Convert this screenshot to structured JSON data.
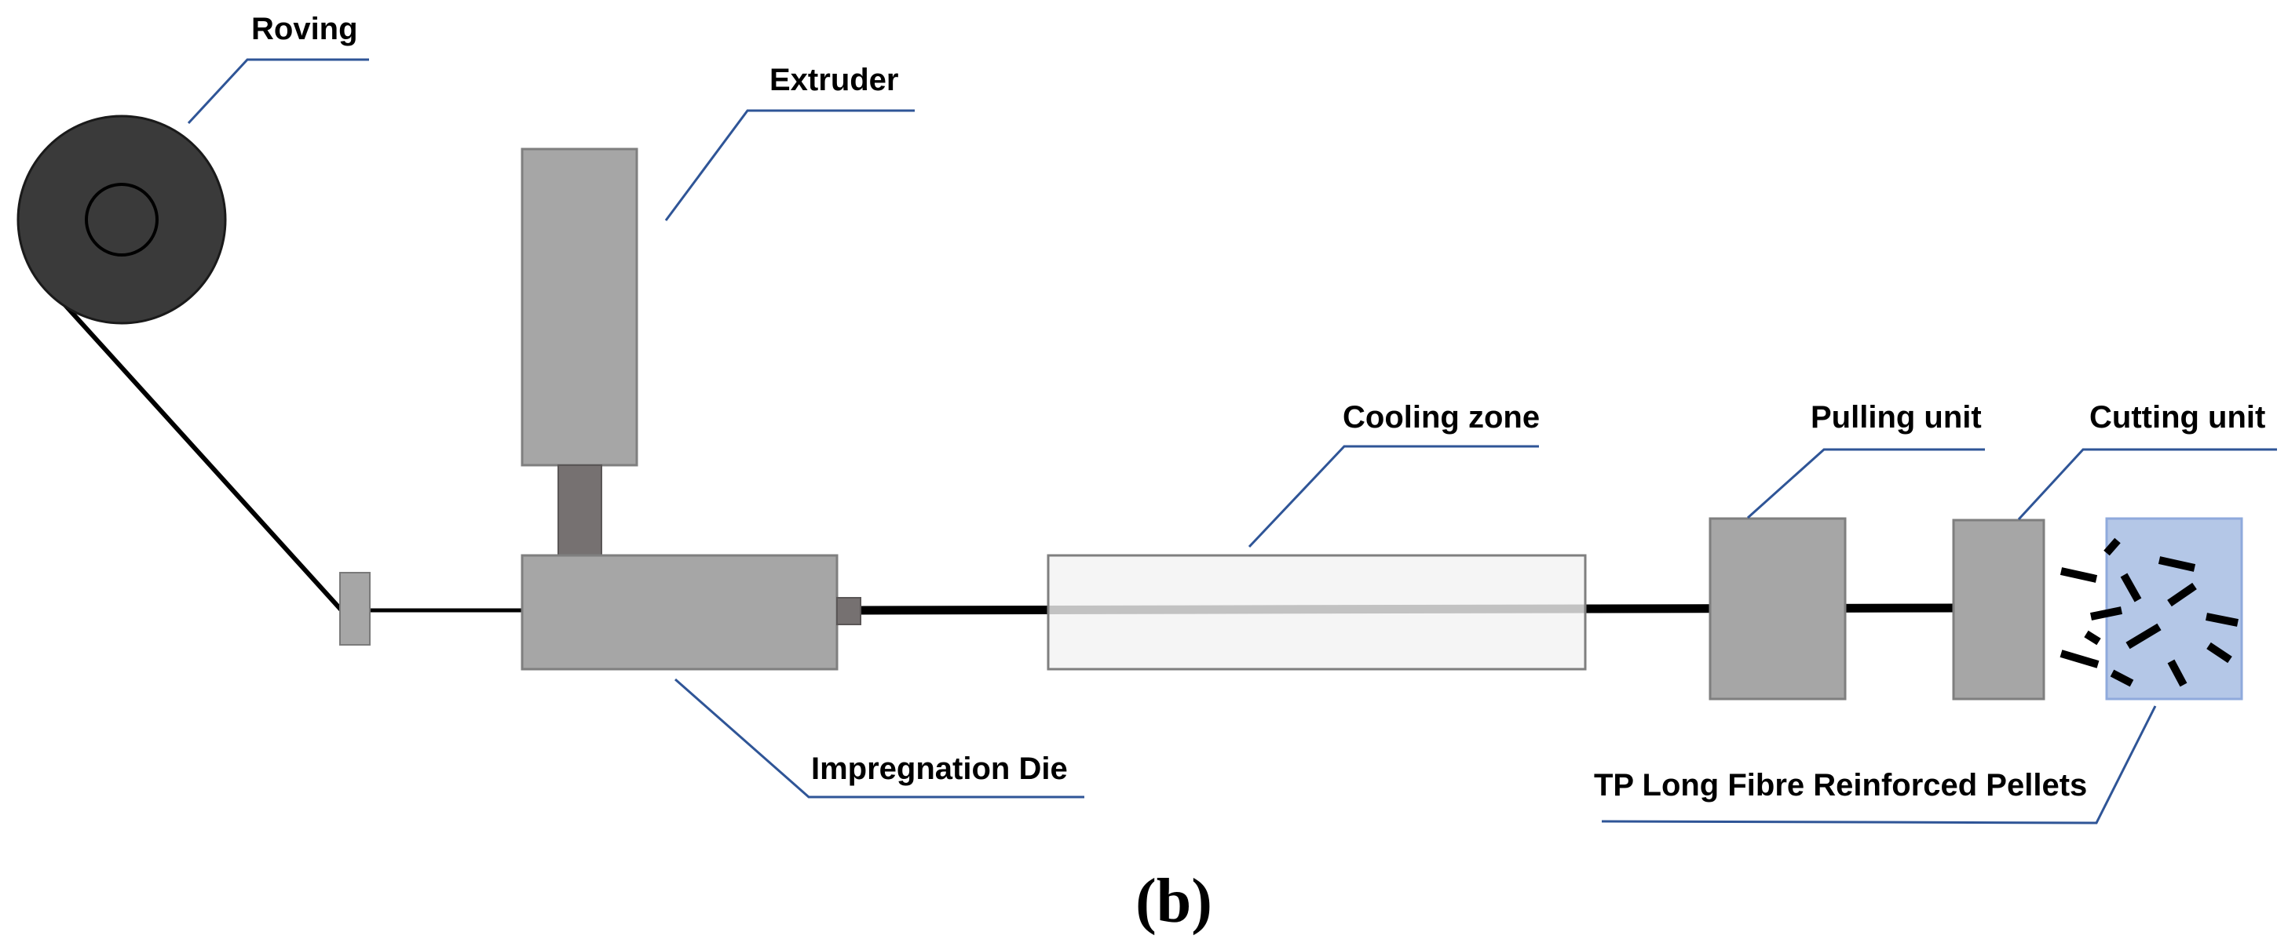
{
  "labels": {
    "roving": "Roving",
    "extruder": "Extruder",
    "cooling_zone": "Cooling zone",
    "pulling_unit": "Pulling unit",
    "cutting_unit": "Cutting unit",
    "impregnation_die": "Impregnation Die",
    "pellets": "TP Long Fibre Reinforced Pellets"
  },
  "caption": "(b)",
  "colors": {
    "spool": "#3a3a3a",
    "machine_gray": "#a6a6a6",
    "dark_gray": "#767171",
    "cooling_fill": "#f2f2f2",
    "pellet_bin": "#b4c7e7",
    "leader_line": "#2f5597",
    "fibre": "#000000"
  },
  "icons": {
    "spool": "spool-icon",
    "pellet": "pellet-icon"
  }
}
